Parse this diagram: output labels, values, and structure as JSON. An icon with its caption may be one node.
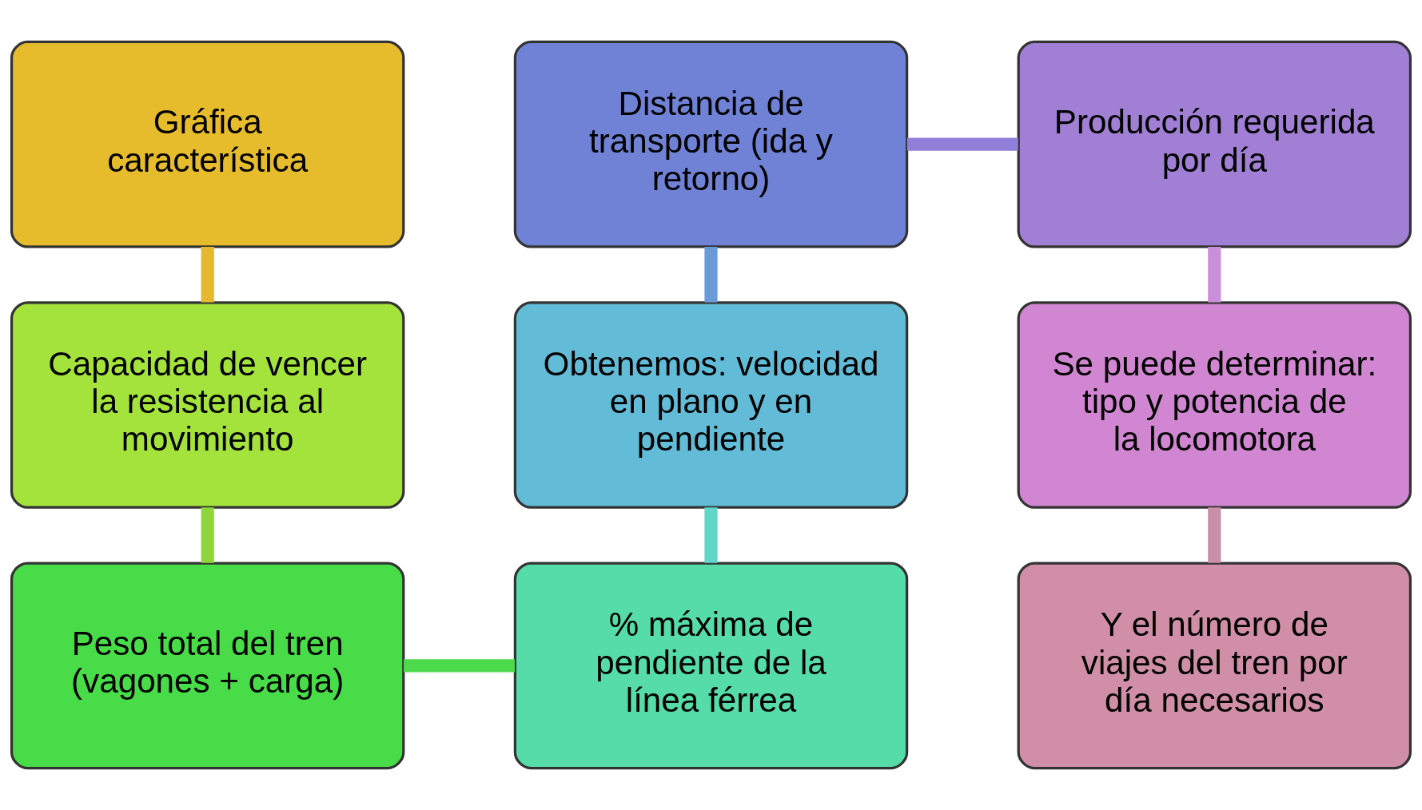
{
  "diagram": {
    "nodes": [
      {
        "text": [
          "Gráfica característica"
        ]
      },
      {
        "text": [
          "Distancia de transporte (ida y retorno)"
        ]
      },
      {
        "text": [
          "Producción requerida por día"
        ]
      },
      {
        "text": [
          "Capacidad de vencer la resistencia al movimiento"
        ]
      },
      {
        "text": [
          "Obtenemos: velocidad en plano y en pendiente"
        ]
      },
      {
        "text": [
          "Se puede determinar: tipo y potencia de la locomotora"
        ]
      },
      {
        "text": [
          "Peso total del tren (vagones + carga)"
        ]
      },
      {
        "text": [
          "% máxima de pendiente de la línea férrea"
        ]
      },
      {
        "text": [
          "Y el número de viajes del tren por día necesarios"
        ]
      }
    ],
    "edges": [
      {
        "from": 0,
        "to": 3,
        "arrow": "none",
        "color": "#e6b82e"
      },
      {
        "from": 3,
        "to": 6,
        "arrow": "none",
        "color": "#8fd63a"
      },
      {
        "from": 6,
        "to": 7,
        "arrow": "none",
        "color": "#4ddb4d"
      },
      {
        "from": 7,
        "to": 4,
        "arrow": "none",
        "color": "#5fd6c8"
      },
      {
        "from": 4,
        "to": 1,
        "arrow": "none",
        "color": "#6a9ad8"
      },
      {
        "from": 1,
        "to": 2,
        "arrow": "none",
        "color": "#8f7fd8"
      },
      {
        "from": 2,
        "to": 5,
        "arrow": "none",
        "color": "#c98fd8"
      },
      {
        "from": 5,
        "to": 8,
        "arrow": "none",
        "color": "#c78fa8"
      }
    ]
  }
}
